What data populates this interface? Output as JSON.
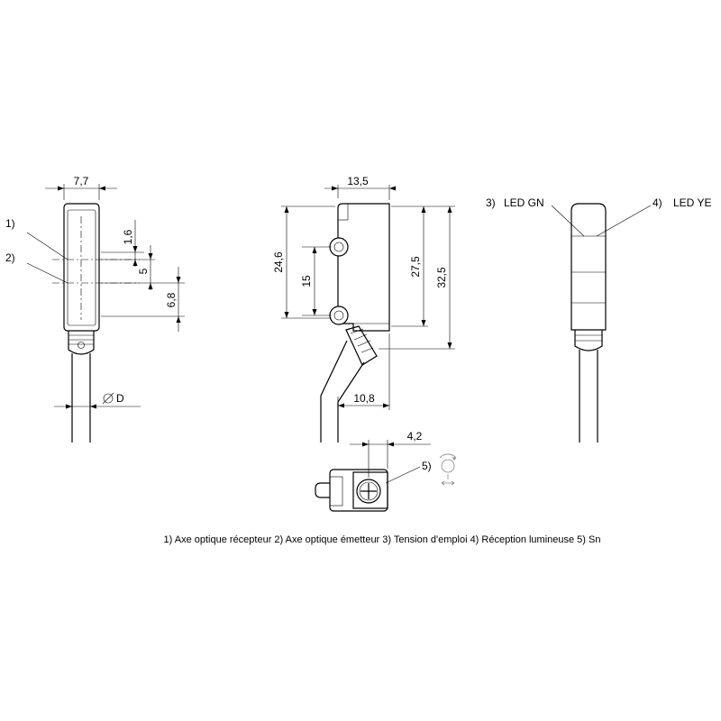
{
  "dimensions": {
    "front_width": "7,7",
    "offset_1": "1,6",
    "axis_spacing": "5",
    "emitter_offset": "6,8",
    "cable_diameter": "D",
    "side_width": "13,5",
    "overall_height": "24,6",
    "hole_spacing": "15",
    "body_height": "27,5",
    "total_height": "32,5",
    "cable_offset": "10,8",
    "pot_offset": "4,2"
  },
  "callouts": {
    "c1": "1)",
    "c2": "2)",
    "c3": "3)",
    "c3_text": "LED GN",
    "c4": "4)",
    "c4_text": "LED YE",
    "c5": "5)"
  },
  "caption": "1) Axe optique récepteur  2) Axe optique émetteur  3) Tension d'emploi  4) Réception lumineuse  5) Sn",
  "icons": [
    "diameter-symbol-icon",
    "adjustment-screw-icon"
  ]
}
